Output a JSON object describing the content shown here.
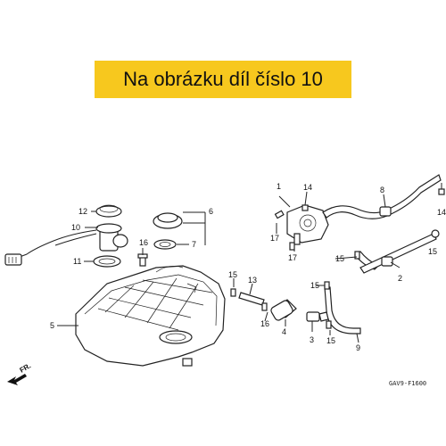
{
  "banner": {
    "text": "Na obrázku díl číslo 10",
    "color": "#f7c81e"
  },
  "diagram": {
    "code": "GAV9-F1600",
    "front_label": "FR.",
    "callouts": [
      "1",
      "2",
      "3",
      "4",
      "5",
      "6",
      "7",
      "8",
      "9",
      "10",
      "11",
      "12",
      "13",
      "14",
      "14",
      "15",
      "15",
      "15",
      "15",
      "15",
      "16",
      "16",
      "17",
      "17"
    ]
  }
}
